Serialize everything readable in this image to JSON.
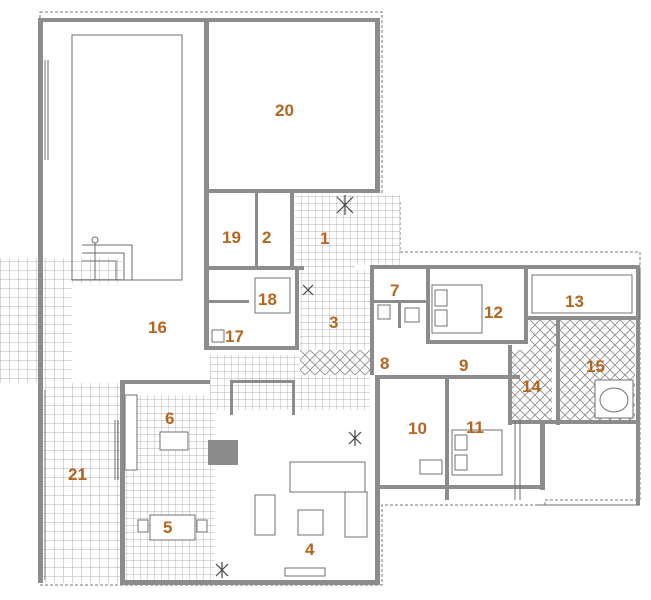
{
  "labels": {
    "r1": "1",
    "r2": "2",
    "r3": "3",
    "r4": "4",
    "r5": "5",
    "r6": "6",
    "r7": "7",
    "r8": "8",
    "r9": "9",
    "r10": "10",
    "r11": "11",
    "r12": "12",
    "r13": "13",
    "r14": "14",
    "r15": "15",
    "r16": "16",
    "r17": "17",
    "r18": "18",
    "r19": "19",
    "r20": "20",
    "r21": "21"
  },
  "colors": {
    "label": "#b5651d",
    "wall": "#8c8c8c",
    "line": "#6e6e6e"
  }
}
